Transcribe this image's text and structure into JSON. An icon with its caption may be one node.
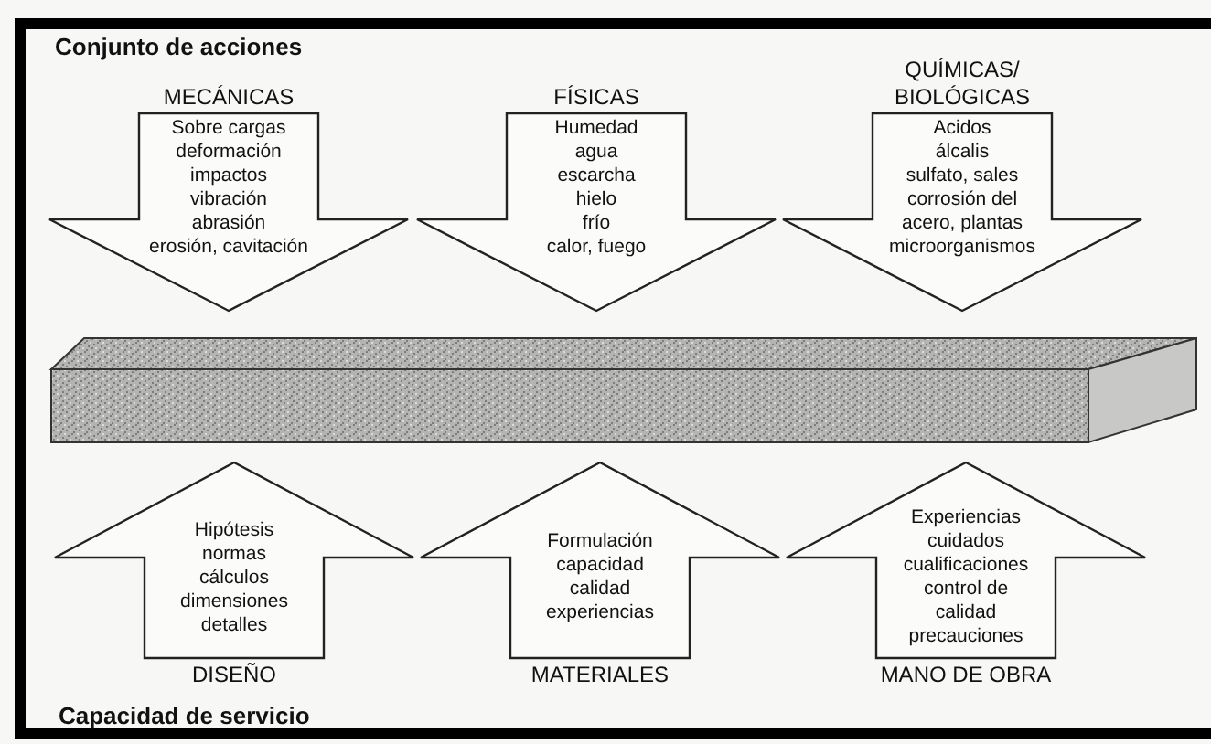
{
  "diagram": {
    "nodes": [
      {
        "text": [
          "MECÁNICAS",
          "Sobre cargas",
          "deformación",
          "impactos",
          "vibración",
          "abrasión",
          "erosión, cavitación"
        ]
      },
      {
        "text": [
          "FÍSICAS",
          "Humedad",
          "agua",
          "escarcha",
          "hielo",
          "frío",
          "calor, fuego"
        ]
      },
      {
        "text": [
          "QUÍMICAS/ BIOLÓGICAS",
          "Acidos",
          "álcalis",
          "sulfato, sales",
          "corrosión del acero, plantas",
          "microorganismos"
        ]
      },
      {
        "text": [],
        "shape": "bar"
      },
      {
        "text": [
          "Hipótesis",
          "normas",
          "cálculos",
          "dimensiones",
          "detalles",
          "DISEÑO"
        ]
      },
      {
        "text": [
          "Formulación",
          "capacidad",
          "calidad",
          "experiencias",
          "MATERIALES"
        ]
      },
      {
        "text": [
          "Experiencias",
          "cuidados",
          "cualificaciones",
          "control de calidad",
          "precauciones",
          "MANO DE OBRA"
        ]
      }
    ],
    "labels": [
      "Conjunto de acciones",
      "Capacidad de servicio"
    ]
  }
}
